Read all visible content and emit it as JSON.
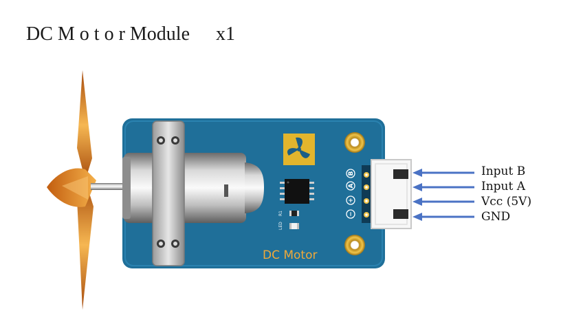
{
  "title": {
    "text": "DC M o t o r Module",
    "quantity": "x1"
  },
  "board": {
    "silkscreen": "DC Motor",
    "component_labels": [
      "R1",
      "LED"
    ],
    "pin_marks": [
      "B",
      "A",
      "+",
      "−"
    ],
    "colors": {
      "pcb": "#1f6f99",
      "pcb_dark": "#155576",
      "gold": "#d6a62a",
      "propeller": "#e8902a",
      "silkscreen_text": "#f0a93a",
      "arrow": "#4a72c4"
    }
  },
  "pins": [
    {
      "label": "Input B"
    },
    {
      "label": "Input A"
    },
    {
      "label": "Vcc (5V)"
    },
    {
      "label": "GND"
    }
  ]
}
